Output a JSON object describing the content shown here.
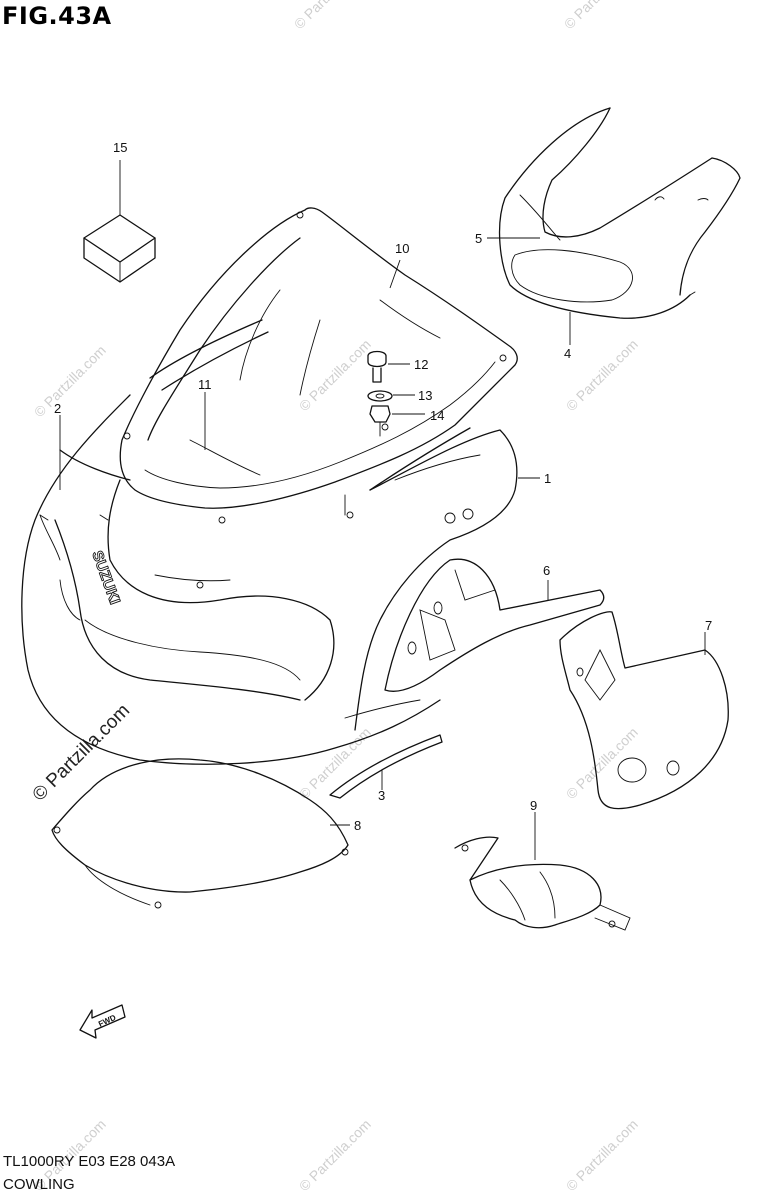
{
  "figure": {
    "title": "FIG.43A",
    "model_code": "TL1000RY  E03  E28  043A",
    "section_name": "COWLING"
  },
  "callouts": [
    "1",
    "2",
    "3",
    "4",
    "5",
    "6",
    "7",
    "8",
    "9",
    "10",
    "11",
    "12",
    "13",
    "14",
    "15"
  ],
  "cowl_logo": "SUZUKI",
  "direction_arrow": "FWD",
  "watermark": {
    "main": "© Partzilla.com",
    "tile": "© Partzilla.com"
  },
  "colors": {
    "line": "#111111",
    "watermark": "#cfcfcf",
    "background": "#ffffff"
  }
}
